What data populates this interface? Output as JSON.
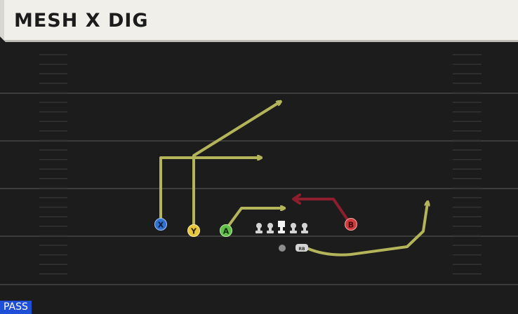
{
  "play": {
    "title": "MESH X DIG",
    "type": "PASS"
  },
  "players": {
    "x": "X",
    "y": "Y",
    "a": "A",
    "b": "B",
    "rb": "RB"
  },
  "colors": {
    "route_primary": "#b4b45a",
    "route_alt": "#8e1d2e",
    "x_receiver": "#3470cf",
    "y_receiver": "#e6c63c",
    "a_receiver": "#62c04a",
    "b_receiver": "#d13a3e",
    "pass_badge": "#1f4fd6"
  }
}
